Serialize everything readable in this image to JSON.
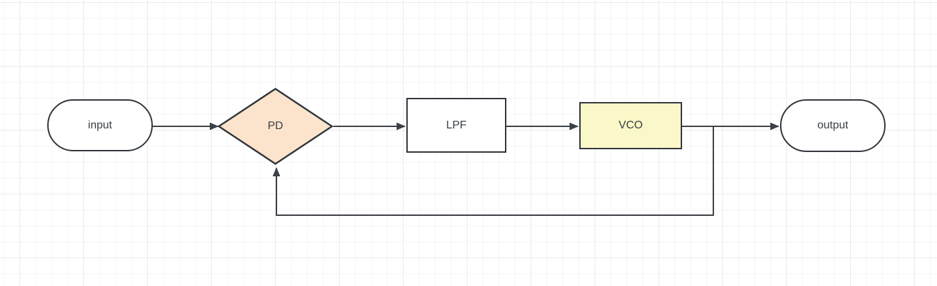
{
  "canvas": {
    "background_color": "#ffffff",
    "grid_minor_color": "#f6f6f6",
    "grid_major_color": "#ebebeb",
    "stroke_color": "#30363c",
    "connector_color": "#3c4147",
    "text_color": "#383e42"
  },
  "diagram": {
    "type": "flowchart",
    "title": "phase-locked-loop-block-diagram",
    "nodes": [
      {
        "id": "input",
        "label": "input",
        "shape": "terminator",
        "fill": "#ffffff"
      },
      {
        "id": "pd",
        "label": "PD",
        "shape": "diamond",
        "fill": "#fce4cc"
      },
      {
        "id": "lpf",
        "label": "LPF",
        "shape": "rectangle",
        "fill": "#ffffff"
      },
      {
        "id": "vco",
        "label": "VCO",
        "shape": "rectangle",
        "fill": "#faf8c8"
      },
      {
        "id": "output",
        "label": "output",
        "shape": "terminator",
        "fill": "#ffffff"
      }
    ],
    "edges": [
      {
        "from": "input",
        "to": "pd",
        "style": "arrow"
      },
      {
        "from": "pd",
        "to": "lpf",
        "style": "arrow"
      },
      {
        "from": "lpf",
        "to": "vco",
        "style": "arrow"
      },
      {
        "from": "vco",
        "to": "output",
        "style": "arrow"
      },
      {
        "from": "vco",
        "to": "pd",
        "style": "arrow",
        "kind": "feedback"
      }
    ]
  }
}
